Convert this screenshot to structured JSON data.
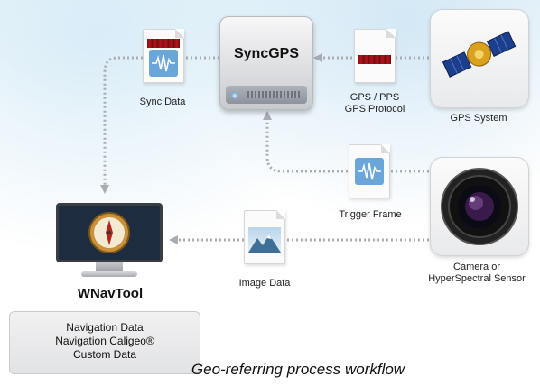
{
  "nodes": {
    "syncgps": {
      "title": "SyncGPS"
    },
    "sync_data": {
      "label": "Sync Data"
    },
    "gps_protocol": {
      "label_line1": "GPS / PPS",
      "label_line2": "GPS Protocol"
    },
    "gps_system": {
      "label": "GPS System"
    },
    "trigger_frame": {
      "label": "Trigger Frame"
    },
    "image_data": {
      "label": "Image Data"
    },
    "camera": {
      "label_line1": "Camera or",
      "label_line2": "HyperSpectral Sensor"
    },
    "wnavtool": {
      "title": "WNavTool",
      "items": [
        "Navigation Data",
        "Navigation Caligeo®",
        "Custom Data"
      ]
    }
  },
  "caption": "Geo-referring process workflow",
  "colors": {
    "connector": "#a9adb3",
    "drive": "#dcdde0",
    "document_band": "#9b1118",
    "waveform_tile": "#6ba6d9",
    "monitor_screen": "#1d2c3f"
  },
  "icons": [
    "server-drive-icon",
    "satellite-icon",
    "camera-lens-icon",
    "compass-icon",
    "waveform-document-icon",
    "image-document-icon",
    "protocol-document-icon"
  ]
}
